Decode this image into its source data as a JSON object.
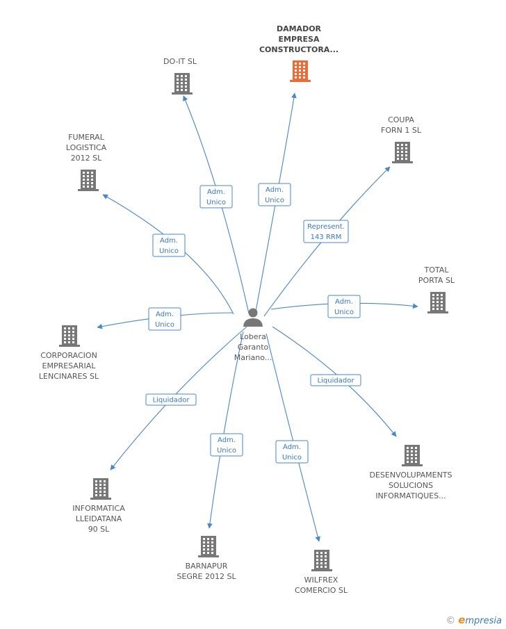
{
  "colors": {
    "edge": "#4a86c8",
    "building": "#777777",
    "building_highlight": "#f06a35",
    "person": "#777777"
  },
  "center": {
    "label": [
      "Lobera",
      "Garanto",
      "Mariano..."
    ],
    "icon": "person-icon"
  },
  "companies": [
    {
      "id": "damador",
      "label": [
        "DAMADOR",
        "EMPRESA",
        "CONSTRUCTORA..."
      ],
      "highlight": true
    },
    {
      "id": "doit",
      "label": [
        "DO-IT  SL"
      ]
    },
    {
      "id": "fumeral",
      "label": [
        "FUMERAL",
        "LOGISTICA",
        "2012 SL"
      ]
    },
    {
      "id": "coupa",
      "label": [
        "COUPA",
        "FORN 1 SL"
      ]
    },
    {
      "id": "total",
      "label": [
        "TOTAL",
        "PORTA  SL"
      ]
    },
    {
      "id": "corporacion",
      "label": [
        "CORPORACION",
        "EMPRESARIAL",
        "LENCINARES SL"
      ]
    },
    {
      "id": "desenvolupaments",
      "label": [
        "DESENVOLUPAMENTS",
        "SOLUCIONS",
        "INFORMATIQUES..."
      ]
    },
    {
      "id": "informatica",
      "label": [
        "INFORMATICA",
        "LLEIDATANA",
        "90  SL"
      ]
    },
    {
      "id": "barnapur",
      "label": [
        "BARNAPUR",
        "SEGRE 2012 SL"
      ]
    },
    {
      "id": "wilfrex",
      "label": [
        "WILFREX",
        "COMERCIO  SL"
      ]
    }
  ],
  "edges": [
    {
      "to": "damador",
      "label": [
        "Adm.",
        "Unico"
      ]
    },
    {
      "to": "doit",
      "label": [
        "Adm.",
        "Unico"
      ]
    },
    {
      "to": "fumeral",
      "label": [
        "Adm.",
        "Unico"
      ]
    },
    {
      "to": "coupa",
      "label": [
        "Represent.",
        "143 RRM"
      ]
    },
    {
      "to": "total",
      "label": [
        "Adm.",
        "Unico"
      ]
    },
    {
      "to": "corporacion",
      "label": [
        "Adm.",
        "Unico"
      ]
    },
    {
      "to": "desenvolupaments",
      "label": [
        "Liquidador"
      ]
    },
    {
      "to": "informatica",
      "label": [
        "Liquidador"
      ]
    },
    {
      "to": "barnapur",
      "label": [
        "Adm.",
        "Unico"
      ]
    },
    {
      "to": "wilfrex",
      "label": [
        "Adm.",
        "Unico"
      ]
    }
  ],
  "watermark": {
    "copyright": "©",
    "brand_e": "e",
    "brand_rest": "mpresia"
  }
}
